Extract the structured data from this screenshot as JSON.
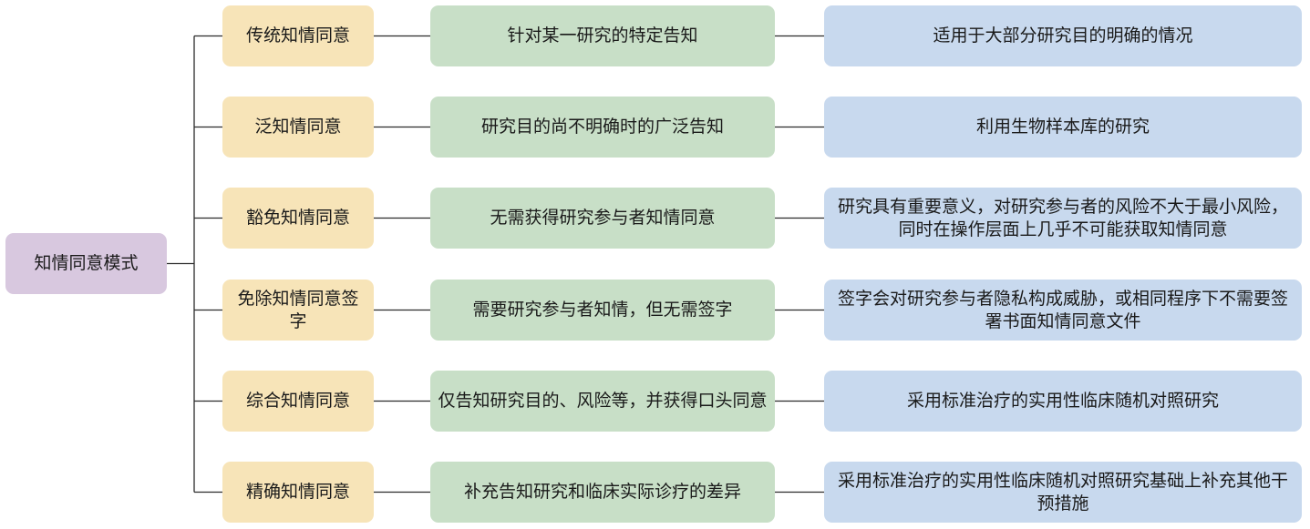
{
  "root": {
    "label": "知情同意模式"
  },
  "rows": [
    {
      "type": "传统知情同意",
      "description": "针对某一研究的特定告知",
      "scenario": "适用于大部分研究目的明确的情况"
    },
    {
      "type": "泛知情同意",
      "description": "研究目的尚不明确时的广泛告知",
      "scenario": "利用生物样本库的研究"
    },
    {
      "type": "豁免知情同意",
      "description": "无需获得研究参与者知情同意",
      "scenario": "研究具有重要意义，对研究参与者的风险不大于最小风险，同时在操作层面上几乎不可能获取知情同意"
    },
    {
      "type": "免除知情同意签字",
      "description": "需要研究参与者知情，但无需签字",
      "scenario": "签字会对研究参与者隐私构成威胁，或相同程序下不需要签署书面知情同意文件"
    },
    {
      "type": "综合知情同意",
      "description": "仅告知研究目的、风险等，并获得口头同意",
      "scenario": "采用标准治疗的实用性临床随机对照研究"
    },
    {
      "type": "精确知情同意",
      "description": "补充告知研究和临床实际诊疗的差异",
      "scenario": "采用标准治疗的实用性临床随机对照研究基础上补充其他干预措施"
    }
  ]
}
